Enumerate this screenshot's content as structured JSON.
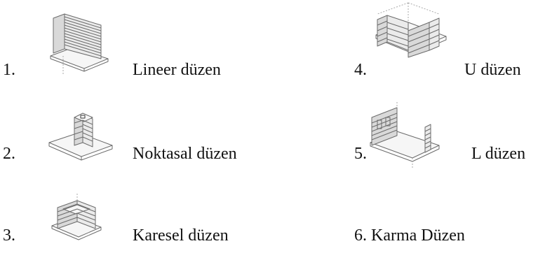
{
  "items": [
    {
      "number": "1.",
      "caption": "Lineer düzen",
      "icon": "linear-block-sketch"
    },
    {
      "number": "2.",
      "caption": "Noktasal düzen",
      "icon": "point-tower-sketch"
    },
    {
      "number": "3.",
      "caption": "Karesel düzen",
      "icon": "square-courtyard-sketch"
    },
    {
      "number": "4.",
      "caption": "U düzen",
      "icon": "u-shape-sketch"
    },
    {
      "number": "5.",
      "caption": "L düzen",
      "icon": "l-shape-sketch"
    },
    {
      "number": "6.",
      "caption": "Karma Düzen",
      "icon": ""
    }
  ]
}
